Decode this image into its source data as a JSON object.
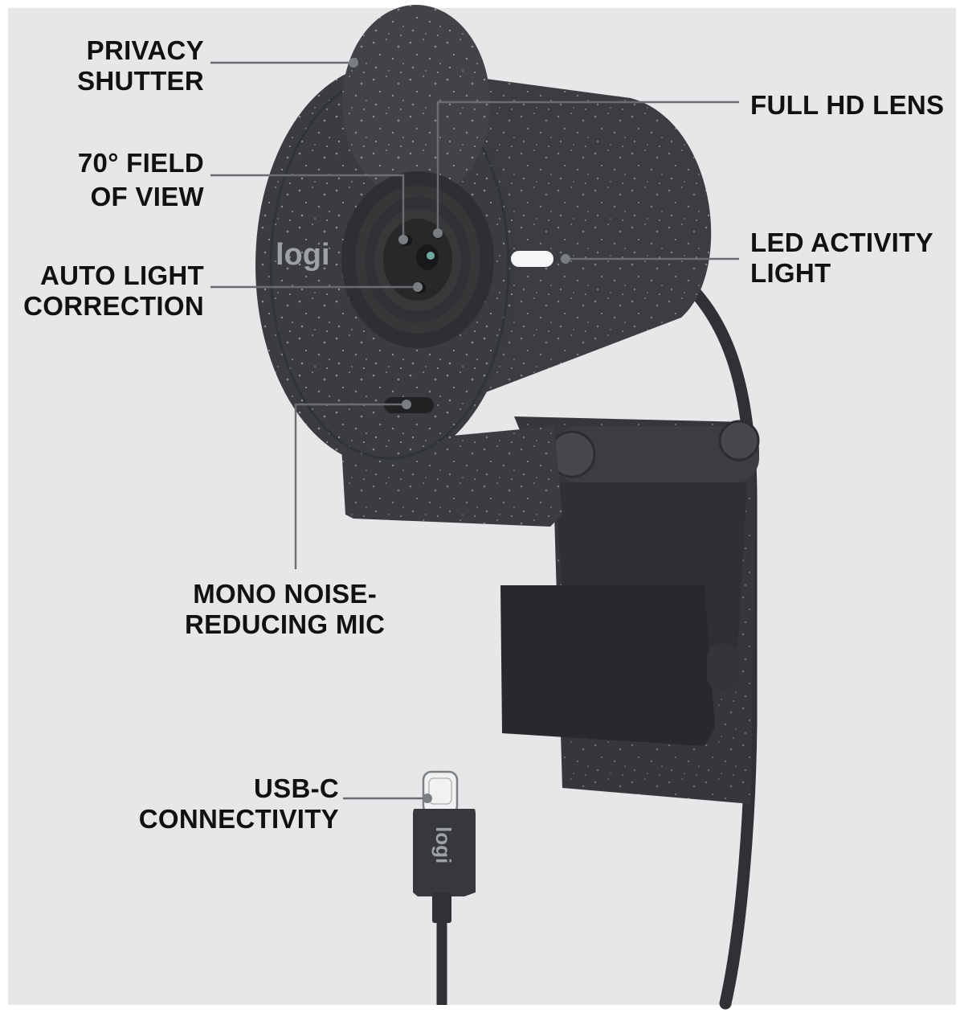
{
  "brand": {
    "logo_text": "logi"
  },
  "callouts": {
    "privacy_shutter": [
      "PRIVACY",
      "SHUTTER"
    ],
    "field_of_view": [
      "70° FIELD",
      "OF VIEW"
    ],
    "auto_light": [
      "AUTO LIGHT",
      "CORRECTION"
    ],
    "full_hd_lens": [
      "FULL HD LENS"
    ],
    "led_light": [
      "LED ACTIVITY",
      "LIGHT"
    ],
    "mic": [
      "MONO NOISE-",
      "REDUCING MIC"
    ],
    "usb": [
      "USB-C",
      "CONNECTIVITY"
    ]
  },
  "colors": {
    "background": "#e6e7e8",
    "body": "#3a3c3f",
    "body_dark": "#2b2d30",
    "leader_line": "#6b6d70",
    "led": "#f4f6f8"
  }
}
